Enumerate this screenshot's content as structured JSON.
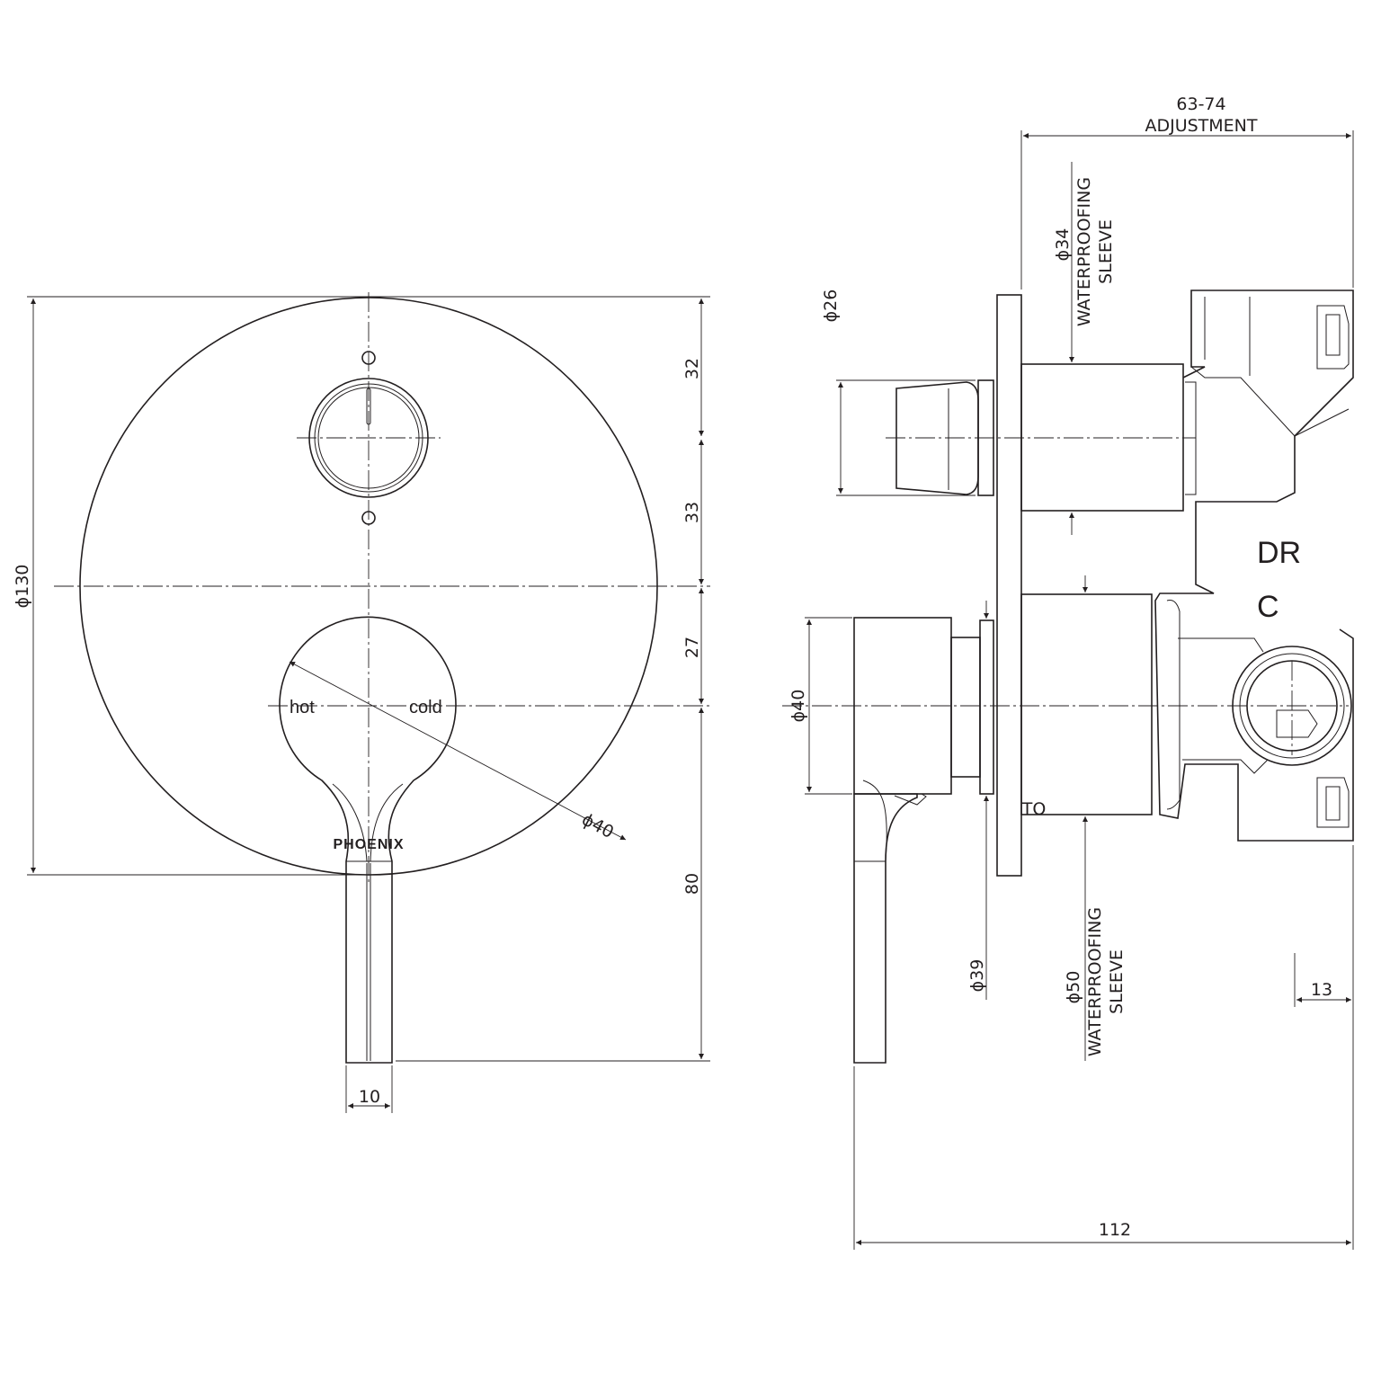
{
  "front_view": {
    "dims": {
      "plate_diameter": "ϕ130",
      "dim_32": "32",
      "dim_33": "33",
      "dim_27": "27",
      "dim_80": "80",
      "lever_width": "10",
      "handle_diameter": "ϕ40"
    },
    "handle_labels": {
      "hot": "hot",
      "cold": "cold"
    },
    "brand": "PHOENIX"
  },
  "side_view": {
    "dims": {
      "adjustment_value": "63-74",
      "adjustment_label": "ADJUSTMENT",
      "sleeve_34_dia": "ϕ34",
      "sleeve_34_l1": "WATERPROOFING",
      "sleeve_34_l2": "SLEEVE",
      "diverter_dia": "ϕ26",
      "handle_dia": "ϕ40",
      "dim_39": "ϕ39",
      "sleeve_50_dia": "ϕ50",
      "sleeve_50_l1": "WATERPROOFING",
      "sleeve_50_l2": "SLEEVE",
      "dim_13": "13",
      "overall_depth": "112"
    },
    "body_marks": {
      "dr": "DR",
      "c": "C"
    }
  }
}
